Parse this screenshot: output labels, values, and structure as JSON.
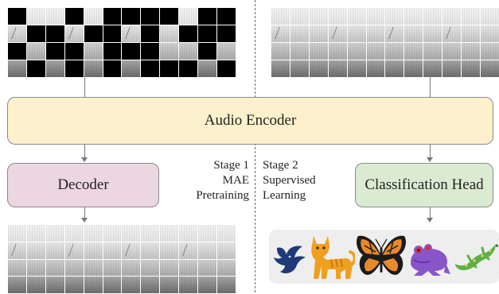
{
  "encoder": {
    "label": "Audio Encoder"
  },
  "decoder": {
    "label": "Decoder"
  },
  "classification_head": {
    "label": "Classification Head"
  },
  "stage1": {
    "line1": "Stage 1",
    "line2": "MAE",
    "line3": "Pretraining"
  },
  "stage2": {
    "line1": "Stage 2",
    "line2": "Supervised",
    "line3": "Learning"
  },
  "animals": [
    "bird-icon",
    "cat-icon",
    "butterfly-icon",
    "frog-icon",
    "lizard-icon"
  ],
  "colors": {
    "encoder_fill": "#fcf1cc",
    "decoder_fill": "#ecd6e1",
    "head_fill": "#dbebd1",
    "bird": "#1f3a78",
    "cat": "#f0a020",
    "butterfly": "#e8892b",
    "frog": "#8a55c8",
    "lizard": "#5db048"
  }
}
